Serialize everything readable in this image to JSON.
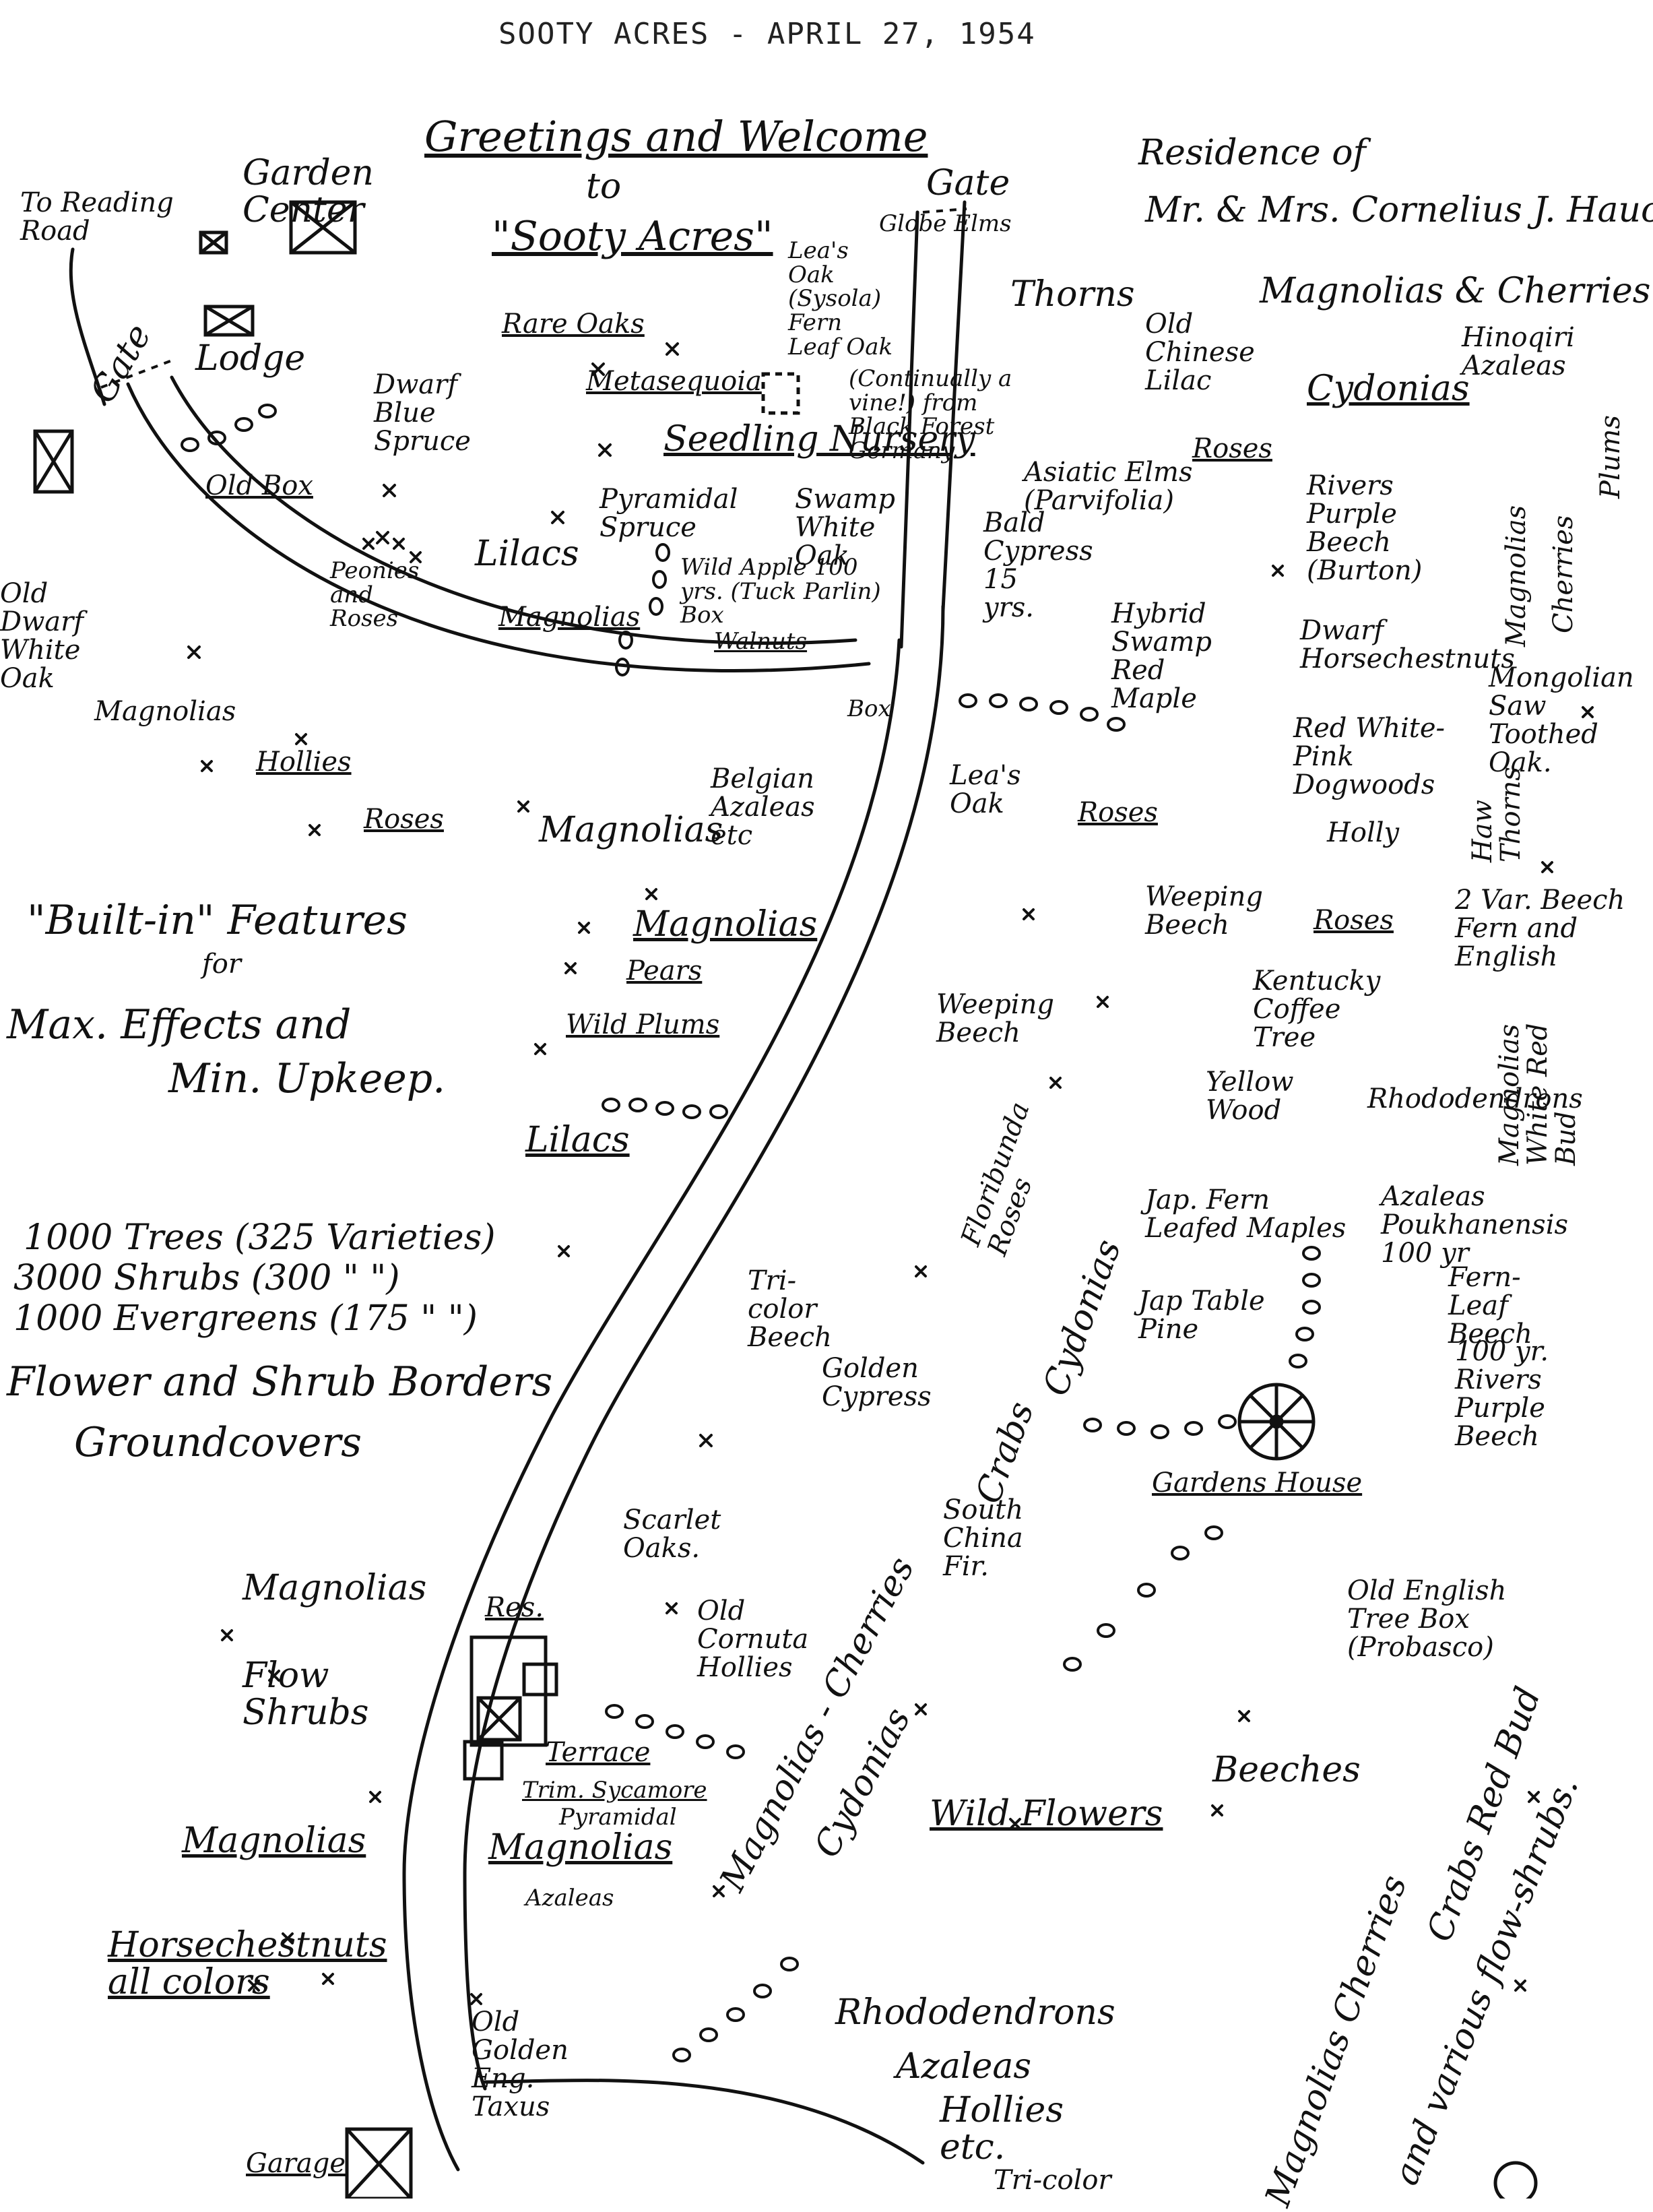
{
  "header": {
    "title": "SOOTY ACRES - APRIL 27, 1954"
  },
  "greeting": {
    "line1": "Greetings and Welcome",
    "line2": "to",
    "line3": "\"Sooty Acres\""
  },
  "residence": {
    "line1": "Residence of",
    "line2": "Mr. & Mrs. Cornelius J. Hauck."
  },
  "stats": {
    "trees": "1000 Trees (325 Varieties)",
    "shrubs": "3000 Shrubs (300  \"  \")",
    "evergreens": "1000 Evergreens (175  \"  \")",
    "borders": "Flower and Shrub Borders",
    "groundcovers": "Groundcovers"
  },
  "features": {
    "line1": "\"Built-in\" Features",
    "line2": "for",
    "line3": "Max. Effects and",
    "line4": "Min. Upkeep."
  },
  "labels": {
    "reading_road": "To Reading Road",
    "garden_center": "Garden Center",
    "gate_left": "Gate",
    "lodge": "Lodge",
    "old_box": "Old Box",
    "dwarf_blue_spruce": "Dwarf Blue Spruce",
    "rare_oaks": "Rare Oaks",
    "metasequoia": "Metasequoia",
    "seedling_nursery": "Seedling Nursery",
    "pyramidal_spruce": "Pyramidal Spruce",
    "peonies_roses": "Peonies and Roses",
    "lilacs_top": "Lilacs",
    "magnolias_mid": "Magnolias",
    "old_dwarf_white_oak": "Old Dwarf White Oak",
    "magnolias_left": "Magnolias",
    "hollies_left": "Hollies",
    "roses_left": "Roses",
    "magnolias_center": "Magnolias",
    "gate_top": "Gate",
    "globe_elms": "Globe Elms",
    "leas_oak_top": "Lea's Oak (Sysola) Fern Leaf Oak",
    "continually_note": "(Continually a vine!) from Black Forest Germany.",
    "swamp_white_oak": "Swamp White Oak",
    "wild_apple": "Wild Apple 100 yrs. (Tuck Parlin) Box",
    "walnuts": "Walnuts",
    "thorns": "Thorns",
    "old_chinese_lilac": "Old Chinese Lilac",
    "asiatic_elms": "Asiatic Elms (Parvifolia)",
    "roses_top_right": "Roses",
    "bald_cypress": "Bald Cypress 15 yrs.",
    "magnolias_cherries_top": "Magnolias & Cherries",
    "hinoqiri_azaleas": "Hinoqiri Azaleas",
    "cydonias_top": "Cydonias",
    "plums": "Plums",
    "rivers_purple_beech": "Rivers Purple Beech (Burton)",
    "magnolias_vertical": "Magnolias",
    "cherries_vertical": "Cherries",
    "hybrid_swamp_red_maple": "Hybrid Swamp Red Maple",
    "dwarf_horsechestnuts": "Dwarf Horsechestnuts",
    "mongolian_oak": "Mongolian Saw Toothed Oak.",
    "box_bend": "Box",
    "belgian_azaleas": "Belgian Azaleas etc",
    "leas_oak": "Lea's Oak",
    "roses_mid": "Roses",
    "red_white_pink_dogwoods": "Red White-Pink Dogwoods",
    "holly": "Holly",
    "haw_thorns": "Haw Thorns",
    "magnolias_pears": "Magnolias",
    "pears": "Pears",
    "wild_plums": "Wild Plums",
    "lilacs_left": "Lilacs",
    "weeping_beech_top": "Weeping Beech",
    "roses_right": "Roses",
    "two_var_beech": "2 Var. Beech Fern and English",
    "kentucky_coffee_tree": "Kentucky Coffee Tree",
    "weeping_beech_mid": "Weeping Beech",
    "yellow_wood": "Yellow Wood",
    "rhododendrons_right": "Rhododendrons",
    "magnolias_white_redbud": "Magnolias White Red Bud",
    "floribunda_roses": "Floribunda Roses",
    "jap_fern_leafed_maples": "Jap. Fern Leafed Maples",
    "azaleas_poukhanensis": "Azaleas Poukhanensis 100 yr",
    "tri_color_beech": "Tri-color Beech",
    "golden_cypress": "Golden Cypress",
    "crabs": "Crabs",
    "cydonias_mid": "Cydonias",
    "jap_table_pine": "Jap Table Pine",
    "fern_leaf_beech": "Fern-Leaf Beech",
    "rivers_purple_beech_2": "100 yr. Rivers Purple Beech",
    "gardens_house": "Gardens House",
    "south_china_fir": "South China Fir.",
    "scarlet_oaks": "Scarlet Oaks.",
    "magnolias_lower_left": "Magnolias",
    "flow_shrubs": "Flow Shrubs",
    "res": "Res.",
    "old_cornuta_hollies": "Old Cornuta Hollies",
    "terrace": "Terrace",
    "trim_sycamore": "Trim. Sycamore",
    "pyramidal": "Pyramidal",
    "magnolias_res": "Magnolias",
    "azaleas_res": "Azaleas",
    "magnolias_cherries_diag": "Magnolias - Cherries",
    "cydonias_diag": "Cydonias",
    "wild_flowers": "Wild Flowers",
    "old_english_tree_box": "Old English Tree Box (Probasco)",
    "beeches": "Beeches",
    "magnolias_bottom_left": "Magnolias",
    "horsechestnuts": "Horsechestnuts all colors",
    "old_golden_eng_taxus": "Old Golden Eng. Taxus",
    "rhododendrons_bottom": "Rhododendrons",
    "azaleas_bottom": "Azaleas",
    "hollies_bottom": "Hollies etc.",
    "tri_color_bottom": "Tri-color",
    "garage": "Garage",
    "crabs_redbud_diag": "Crabs Red Bud",
    "magnolias_cherries_bottom": "Magnolias Cherries",
    "various_flow_shrubs": "and various flow-shrubs."
  }
}
